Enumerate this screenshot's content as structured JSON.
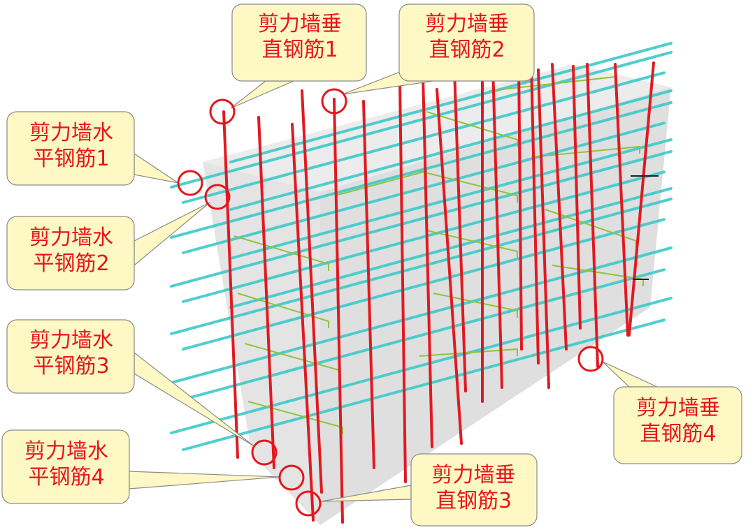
{
  "colors": {
    "vertical_bar": "#e01a22",
    "horizontal_bar": "#3ec9c9",
    "tie_bar": "#8ec43a",
    "marker_circle": "#e8141b",
    "callout_fill": "#fdf8c4",
    "callout_stroke": "#8a8a8a",
    "callout_text": "#e8141b",
    "wall_front": "#d4d4d4",
    "wall_side": "#e6e6e6"
  },
  "callouts": {
    "vertical_1": {
      "line1": "剪力墙垂",
      "line2": "直钢筋1"
    },
    "vertical_2": {
      "line1": "剪力墙垂",
      "line2": "直钢筋2"
    },
    "vertical_3": {
      "line1": "剪力墙垂",
      "line2": "直钢筋3"
    },
    "vertical_4": {
      "line1": "剪力墙垂",
      "line2": "直钢筋4"
    },
    "horizontal_1": {
      "line1": "剪力墙水",
      "line2": "平钢筋1"
    },
    "horizontal_2": {
      "line1": "剪力墙水",
      "line2": "平钢筋2"
    },
    "horizontal_3": {
      "line1": "剪力墙水",
      "line2": "平钢筋3"
    },
    "horizontal_4": {
      "line1": "剪力墙水",
      "line2": "平钢筋4"
    }
  }
}
